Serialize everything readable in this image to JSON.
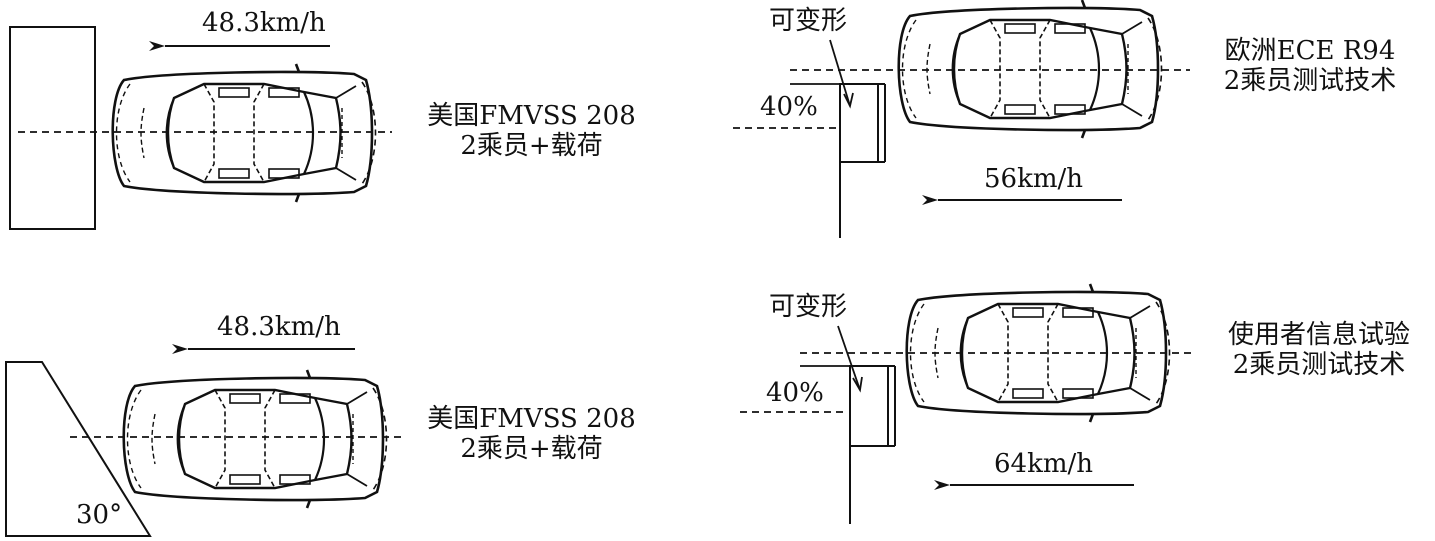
{
  "panels": [
    {
      "speed": "48.3km/h",
      "desc_line1": "美国FMVSS 208",
      "desc_line2": "2乘员+载荷"
    },
    {
      "speed": "56km/h",
      "barrier_label": "可变形",
      "offset": "40%",
      "desc_line1": "欧洲ECE R94",
      "desc_line2": "2乘员测试技术"
    },
    {
      "speed": "48.3km/h",
      "angle": "30°",
      "desc_line1": "美国FMVSS 208",
      "desc_line2": "2乘员+载荷"
    },
    {
      "speed": "64km/h",
      "barrier_label": "可变形",
      "offset": "40%",
      "desc_line1": "使用者信息试验",
      "desc_line2": "2乘员测试技术"
    }
  ]
}
